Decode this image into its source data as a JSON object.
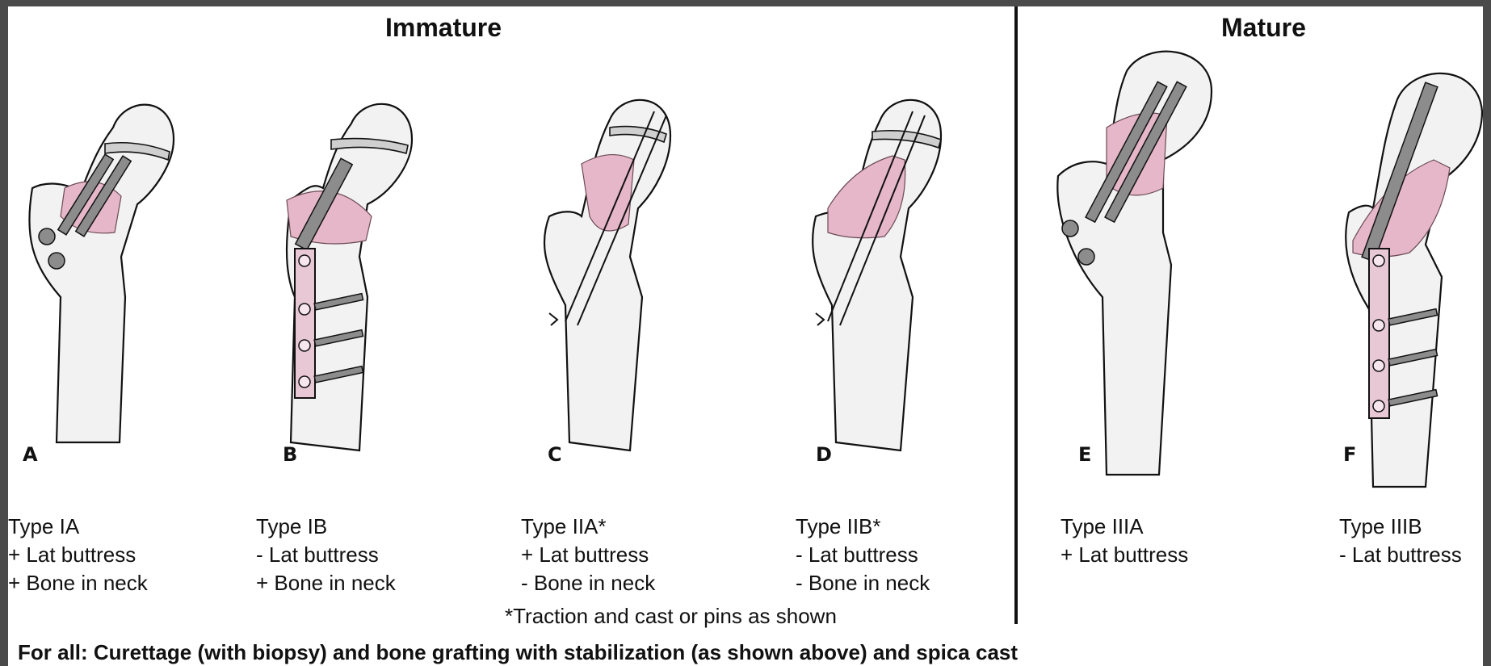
{
  "headings": {
    "immature": "Immature",
    "mature": "Mature"
  },
  "panels": [
    {
      "letter": "A",
      "type": "Type IA",
      "lines": [
        "+ Lat buttress",
        "+ Bone in neck"
      ],
      "fixation": "screws"
    },
    {
      "letter": "B",
      "type": "Type IB",
      "lines": [
        "- Lat buttress",
        "+ Bone in neck"
      ],
      "fixation": "screw-plate"
    },
    {
      "letter": "C",
      "type": "Type IIA*",
      "lines": [
        "+ Lat buttress",
        "- Bone in neck"
      ],
      "fixation": "pins"
    },
    {
      "letter": "D",
      "type": "Type IIB*",
      "lines": [
        "- Lat buttress",
        "- Bone in neck"
      ],
      "fixation": "pins"
    },
    {
      "letter": "E",
      "type": "Type IIIA",
      "lines": [
        "+ Lat buttress"
      ],
      "fixation": "screws"
    },
    {
      "letter": "F",
      "type": "Type IIIB",
      "lines": [
        "- Lat buttress"
      ],
      "fixation": "screw-plate"
    }
  ],
  "footnote": "*Traction and cast or pins as shown",
  "footer": "For all: Curettage (with biopsy) and bone grafting with stabilization (as shown above) and spica cast",
  "colors": {
    "graft": "#e6b7c8",
    "bone": "#f2f2f2",
    "plate": "#e8c8d4",
    "background": "#4a4a4a"
  }
}
